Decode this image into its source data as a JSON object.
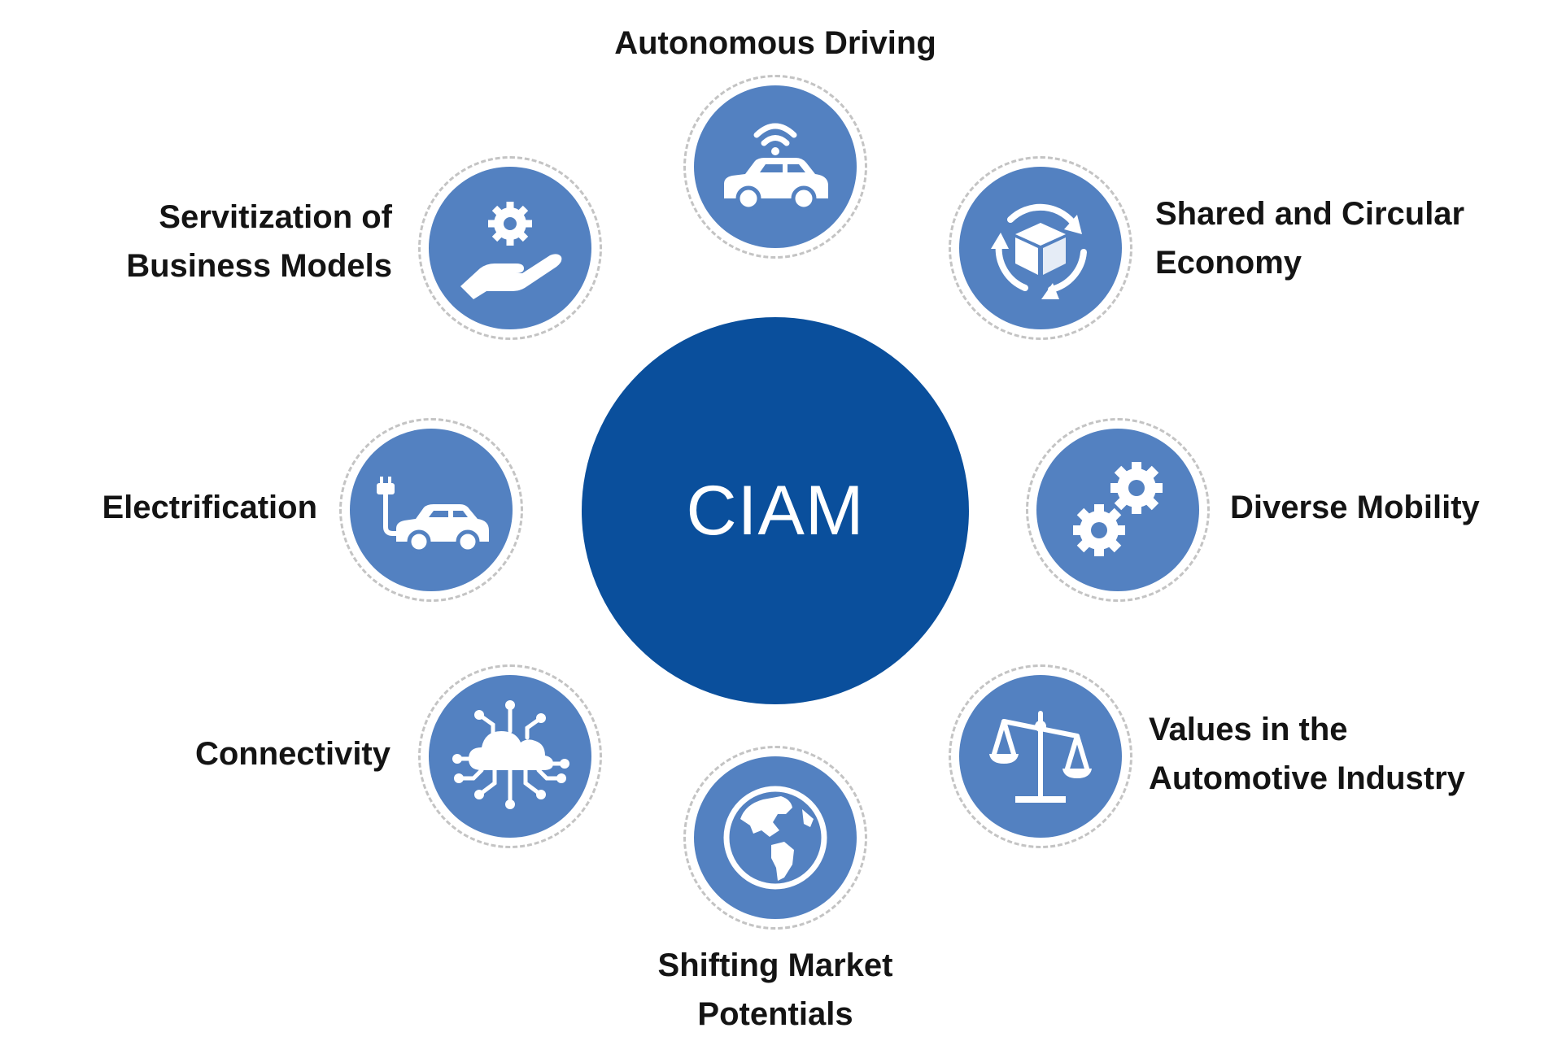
{
  "center": {
    "label": "CIAM"
  },
  "nodes": [
    {
      "id": "autonomous-driving",
      "lines": [
        "Autonomous Driving"
      ],
      "icon": "autonomous-car-icon"
    },
    {
      "id": "shared-circular",
      "lines": [
        "Shared and Circular",
        "Economy"
      ],
      "icon": "circular-box-icon"
    },
    {
      "id": "diverse-mobility",
      "lines": [
        "Diverse Mobility"
      ],
      "icon": "gears-icon"
    },
    {
      "id": "values",
      "lines": [
        "Values in the",
        "Automotive Industry"
      ],
      "icon": "scale-icon"
    },
    {
      "id": "shifting-market",
      "lines": [
        "Shifting Market",
        "Potentials"
      ],
      "icon": "globe-icon"
    },
    {
      "id": "connectivity",
      "lines": [
        "Connectivity"
      ],
      "icon": "cloud-network-icon"
    },
    {
      "id": "electrification",
      "lines": [
        "Electrification"
      ],
      "icon": "electric-car-icon"
    },
    {
      "id": "servitization",
      "lines": [
        "Servitization of",
        "Business Models"
      ],
      "icon": "hand-gear-icon"
    }
  ],
  "colors": {
    "center": "#0a4f9c",
    "node": "#5381c1",
    "node_ring": "#c4c4c4",
    "label_text": "#141414"
  }
}
